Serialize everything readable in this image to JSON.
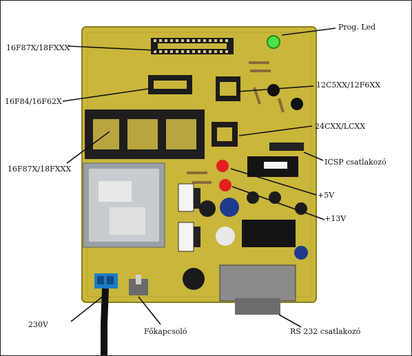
{
  "photo": {
    "board_color": "#c9b63a",
    "header_color": "#2c6b8a",
    "labels": {
      "prog_led": "Prog. Led",
      "socket_16f87x_top": "16F87X/18FXXX",
      "socket_12c5xx": "12C5XX/12F6XX",
      "socket_16f84": "16F84/16F62X",
      "socket_24cxx": "24CXX/LCXX",
      "socket_16f87x_bottom": "16F87X/18FXXX",
      "icsp": "ICSP csatlakozó",
      "plus5v": "+5V",
      "plus13v": "+13V",
      "v230": "230V",
      "fokapcsolo": "Főkapcsoló",
      "rs232": "RS 232 csatlakozó"
    }
  }
}
